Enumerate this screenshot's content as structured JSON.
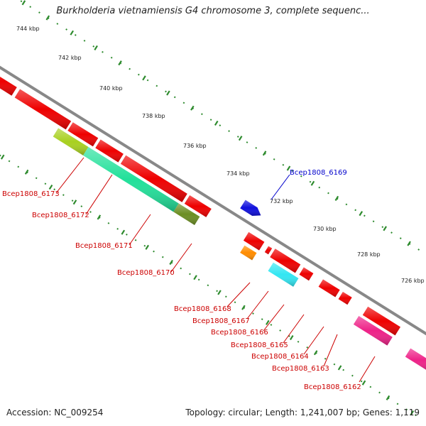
{
  "map": {
    "title": "Burkholderia vietnamiensis G4 chromosome 3, complete sequenc...",
    "accession": "Accession: NC_009254",
    "topology": "Topology: circular; Length: 1,241,007 bp; Genes: 1,119"
  },
  "colors": {
    "backbone": "#888888",
    "tick": "#2e8b2e",
    "gene_label_red": "#cc0000",
    "gene_label_blue": "#0000cc",
    "gene_red": "#ee0000",
    "gene_cyan": "#33e6f2",
    "gene_mint": "#22e09a",
    "gene_olive": "#6b8e23",
    "gene_lime": "#a8d020",
    "gene_blue": "#1010dd",
    "gene_orange": "#ff8c00",
    "gene_pink": "#ee2288"
  },
  "scale_labels": [
    "744 kbp",
    "742 kbp",
    "740 kbp",
    "738 kbp",
    "736 kbp",
    "734 kbp",
    "732 kbp",
    "730 kbp",
    "728 kbp",
    "726 kbp"
  ],
  "genes": [
    {
      "label": "Bcep1808_6173",
      "color": "red"
    },
    {
      "label": "Bcep1808_6172",
      "color": "red"
    },
    {
      "label": "Bcep1808_6171",
      "color": "red"
    },
    {
      "label": "Bcep1808_6170",
      "color": "red"
    },
    {
      "label": "Bcep1808_6169",
      "color": "blue"
    },
    {
      "label": "Bcep1808_6168",
      "color": "red"
    },
    {
      "label": "Bcep1808_6167",
      "color": "red"
    },
    {
      "label": "Bcep1808_6166",
      "color": "red"
    },
    {
      "label": "Bcep1808_6165",
      "color": "red"
    },
    {
      "label": "Bcep1808_6164",
      "color": "red"
    },
    {
      "label": "Bcep1808_6163",
      "color": "red"
    },
    {
      "label": "Bcep1808_6162",
      "color": "red"
    }
  ]
}
